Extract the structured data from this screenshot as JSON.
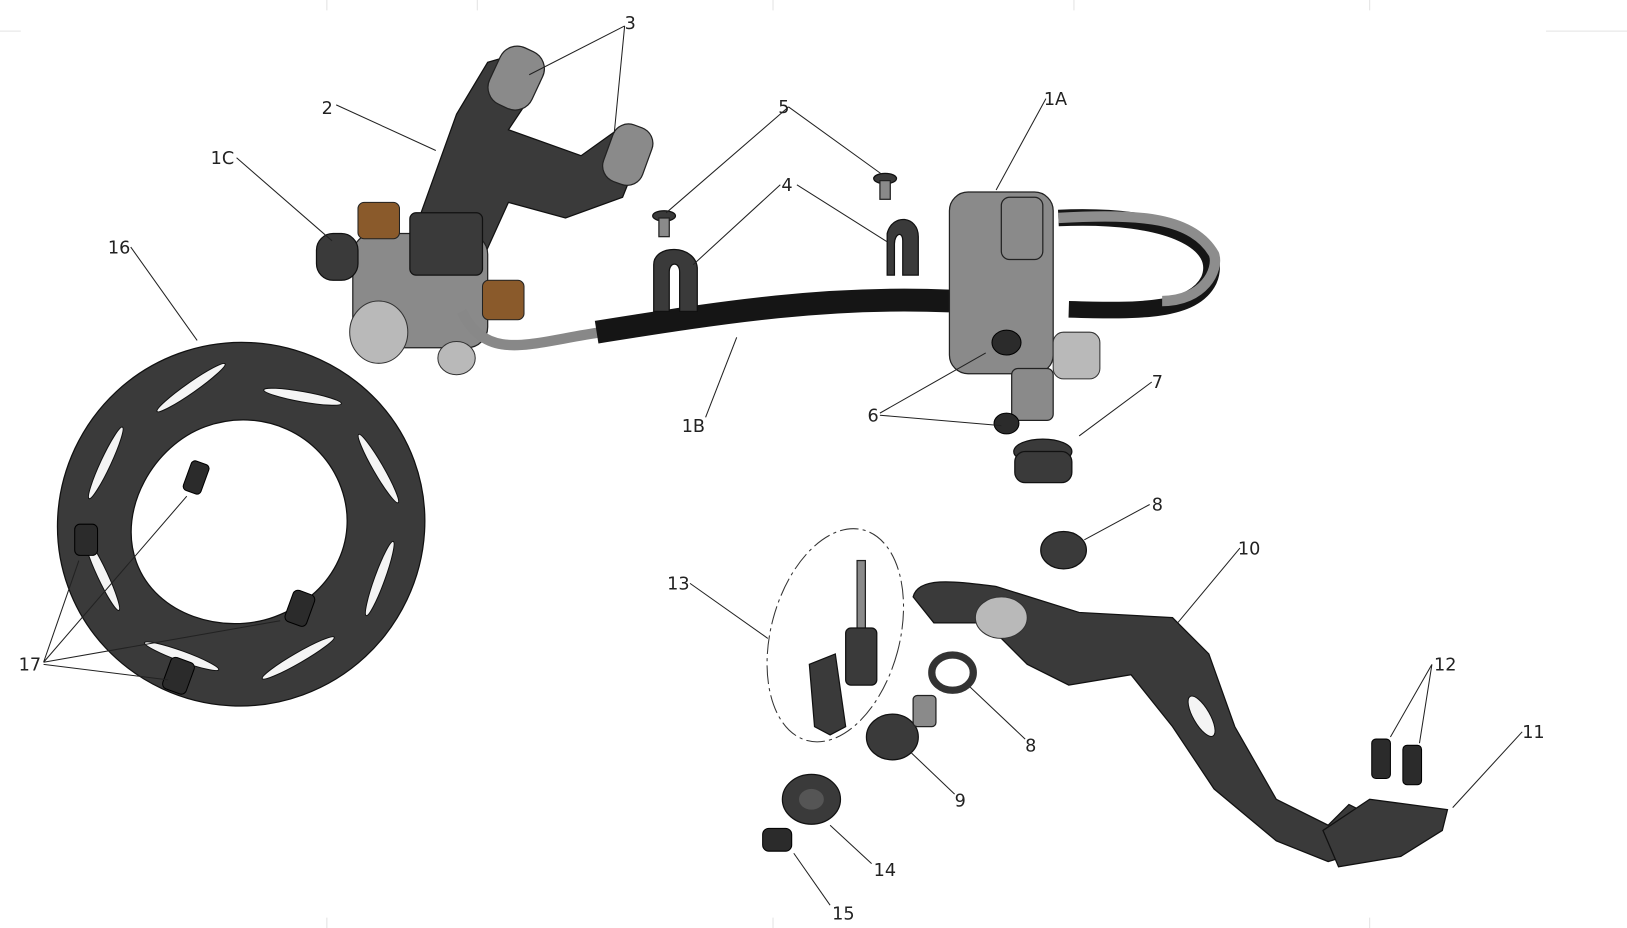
{
  "diagram": {
    "title": "Rear brake assembly exploded view",
    "callouts": {
      "c3": "3",
      "c2": "2",
      "c1c": "1C",
      "c16": "16",
      "c5": "5",
      "c4": "4",
      "c1a": "1A",
      "c1b": "1B",
      "c6": "6",
      "c7": "7",
      "c8a": "8",
      "c10": "10",
      "c13": "13",
      "c8b": "8",
      "c9": "9",
      "c12": "12",
      "c11": "11",
      "c14": "14",
      "c15": "15",
      "c17": "17"
    }
  }
}
